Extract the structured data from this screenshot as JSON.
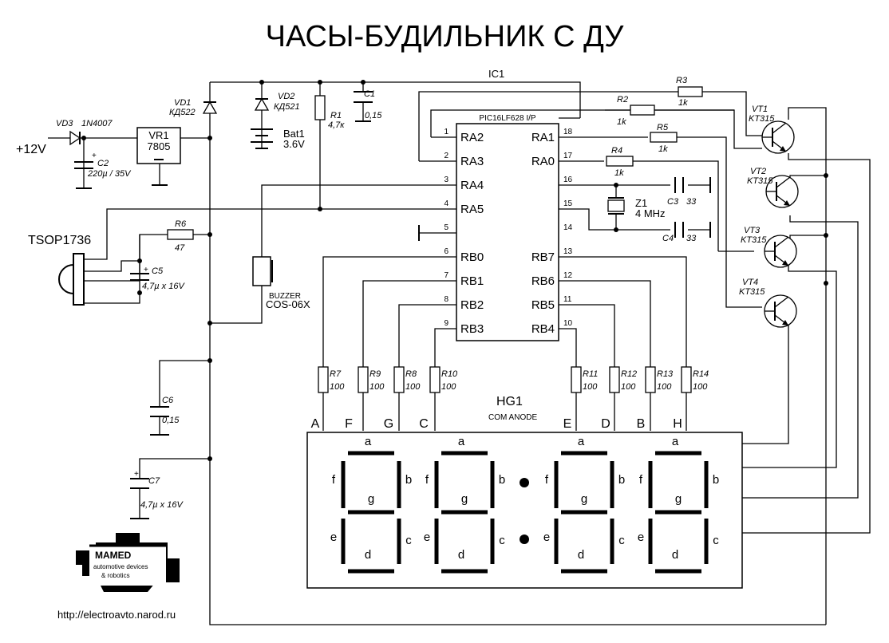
{
  "title": "ЧАСЫ-БУДИЛЬНИК С ДУ",
  "power": {
    "input": "+12V",
    "vd3": "VD3",
    "vd3_type": "1N4007",
    "c2": "C2",
    "c2_value": "220µ / 35V",
    "vr1": "VR1",
    "vr1_type": "7805",
    "vd1": "VD1",
    "vd1_type": "КД522",
    "vd2": "VD2",
    "vd2_type": "КД521",
    "bat": "Bat1",
    "bat_value": "3.6V",
    "r1": "R1",
    "r1_value": "4,7к",
    "c1": "C1",
    "c1_value": "0,15"
  },
  "ic": {
    "ref": "IC1",
    "type": "PIC16LF628 I/P",
    "left_pins": [
      {
        "no": "1",
        "name": "RA2"
      },
      {
        "no": "2",
        "name": "RA3"
      },
      {
        "no": "3",
        "name": "RA4"
      },
      {
        "no": "4",
        "name": "RA5"
      },
      {
        "no": "5",
        "name": ""
      },
      {
        "no": "6",
        "name": "RB0"
      },
      {
        "no": "7",
        "name": "RB1"
      },
      {
        "no": "8",
        "name": "RB2"
      },
      {
        "no": "9",
        "name": "RB3"
      }
    ],
    "right_pins": [
      {
        "no": "18",
        "name": "RA1"
      },
      {
        "no": "17",
        "name": "RA0"
      },
      {
        "no": "16",
        "name": ""
      },
      {
        "no": "15",
        "name": ""
      },
      {
        "no": "14",
        "name": ""
      },
      {
        "no": "13",
        "name": "RB7"
      },
      {
        "no": "12",
        "name": "RB6"
      },
      {
        "no": "11",
        "name": "RB5"
      },
      {
        "no": "10",
        "name": "RB4"
      }
    ]
  },
  "ir": {
    "sensor": "TSOP1736",
    "r6": "R6",
    "r6_value": "47",
    "c5": "C5",
    "c5_value": "4,7µ x 16V"
  },
  "buzzer": {
    "label": "BUZZER",
    "type": "COS-06X"
  },
  "caps": {
    "c6": "C6",
    "c6_value": "0,15",
    "c7": "C7",
    "c7_value": "4,7µ x 16V",
    "c3": "C3",
    "c3_value": "33",
    "c4": "C4",
    "c4_value": "33"
  },
  "crystal": {
    "ref": "Z1",
    "value": "4 MHz"
  },
  "base_resistors": [
    {
      "ref": "R3",
      "value": "1k"
    },
    {
      "ref": "R2",
      "value": "1k"
    },
    {
      "ref": "R5",
      "value": "1k"
    },
    {
      "ref": "R4",
      "value": "1k"
    }
  ],
  "transistors": [
    {
      "ref": "VT1",
      "type": "KT315"
    },
    {
      "ref": "VT2",
      "type": "KT315"
    },
    {
      "ref": "VT3",
      "type": "KT315"
    },
    {
      "ref": "VT4",
      "type": "KT315"
    }
  ],
  "segment_resistors": [
    {
      "ref": "R7",
      "value": "100"
    },
    {
      "ref": "R9",
      "value": "100"
    },
    {
      "ref": "R8",
      "value": "100"
    },
    {
      "ref": "R10",
      "value": "100"
    },
    {
      "ref": "R11",
      "value": "100"
    },
    {
      "ref": "R12",
      "value": "100"
    },
    {
      "ref": "R13",
      "value": "100"
    },
    {
      "ref": "R14",
      "value": "100"
    }
  ],
  "segment_letters": [
    "A",
    "F",
    "G",
    "C",
    "E",
    "D",
    "B",
    "H"
  ],
  "display": {
    "ref": "HG1",
    "type": "COM ANODE",
    "seg_labels": {
      "a": "a",
      "b": "b",
      "c": "c",
      "d": "d",
      "e": "e",
      "f": "f",
      "g": "g"
    }
  },
  "logo": {
    "brand": "MAMED",
    "line1": "automotive devices",
    "line2": "& robotics"
  },
  "url": "http://electroavto.narod.ru"
}
